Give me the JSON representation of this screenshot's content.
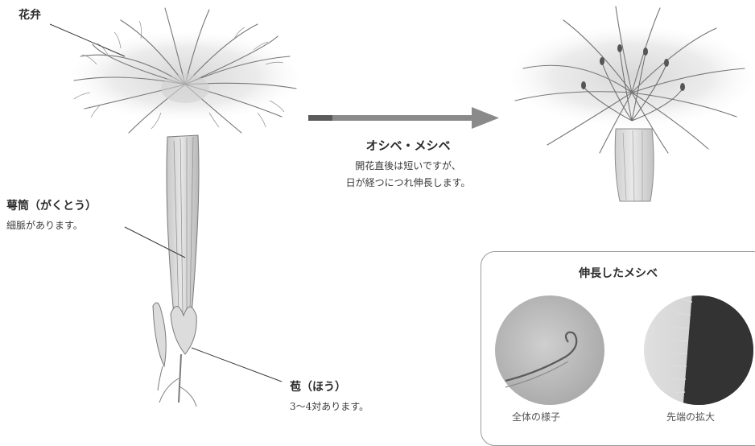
{
  "labels": {
    "petal": "花弁",
    "stamens_title": "オシベ・メシベ",
    "stamens_line1": "開花直後は短いですが、",
    "stamens_line2": "日が経つにつれ伸長します。",
    "calyx_title": "萼筒（がくとう）",
    "calyx_desc": "細脈があります。",
    "bract_title": "苞（ほう）",
    "bract_desc": "3〜4対あります。"
  },
  "inset": {
    "title": "伸長したメシベ",
    "caption_left": "全体の様子",
    "caption_right": "先端の拡大"
  }
}
